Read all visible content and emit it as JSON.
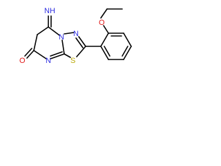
{
  "molecule": {
    "atom_labels": {
      "imine": "NH",
      "n_bridge": "N",
      "n_thiadiazole": "N",
      "n_pyrimidine": "N",
      "o_carbonyl": "O",
      "s_ring": "S",
      "o_ether": "O"
    },
    "colors": {
      "bond": "#000000",
      "nitrogen": "#2f2fe0",
      "oxygen": "#e01818",
      "sulfur": "#b8a600"
    }
  }
}
